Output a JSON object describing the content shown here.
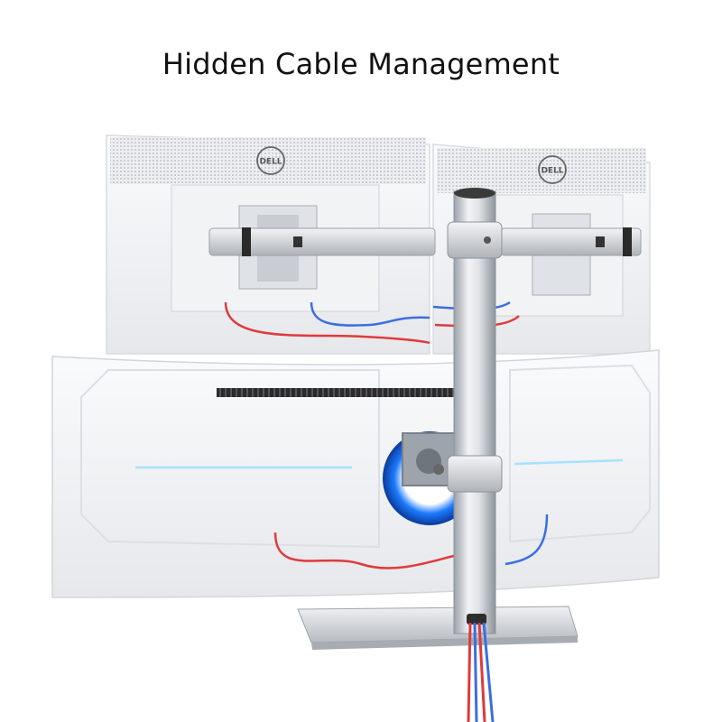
{
  "headline": "Hidden Cable Management",
  "logos": {
    "left": "DELL",
    "right": "DELL"
  },
  "colors": {
    "background": "#ffffff",
    "cable_red": "#e03a3a",
    "cable_blue": "#3a6fe0",
    "aluminum": "#d6dadf",
    "monitor_white": "#f4f5f7",
    "blue_glow": "#2f8fff"
  }
}
